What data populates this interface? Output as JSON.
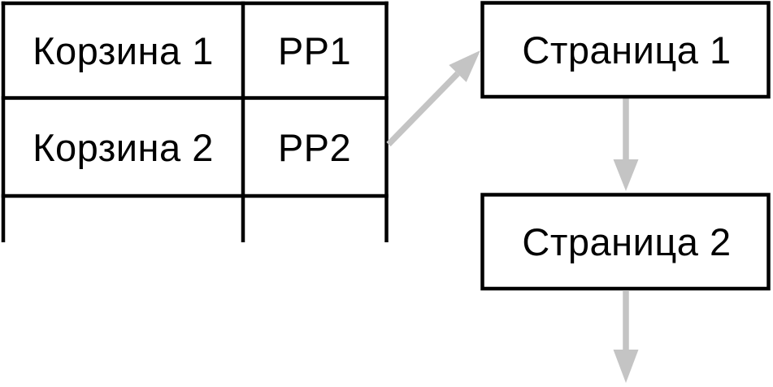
{
  "diagram": {
    "colors": {
      "background": "#ffffff",
      "line": "#000000",
      "arrow": "#c4c4c4",
      "text": "#000000"
    },
    "table": {
      "rows": [
        {
          "basket": "Корзина 1",
          "pp": "PP1"
        },
        {
          "basket": "Корзина 2",
          "pp": "PP2"
        }
      ],
      "has_open_partial_third_row": true
    },
    "pages": [
      {
        "label": "Страница 1"
      },
      {
        "label": "Страница 2"
      }
    ],
    "connections": [
      {
        "from": "PP2",
        "to": "Страница 1",
        "shape": "diagonal-arrow-up-right"
      },
      {
        "from": "Страница 1",
        "to": "Страница 2",
        "shape": "vertical-arrow-down"
      },
      {
        "from": "Страница 2",
        "to": "offscreen-bottom",
        "shape": "vertical-arrow-down"
      }
    ]
  }
}
